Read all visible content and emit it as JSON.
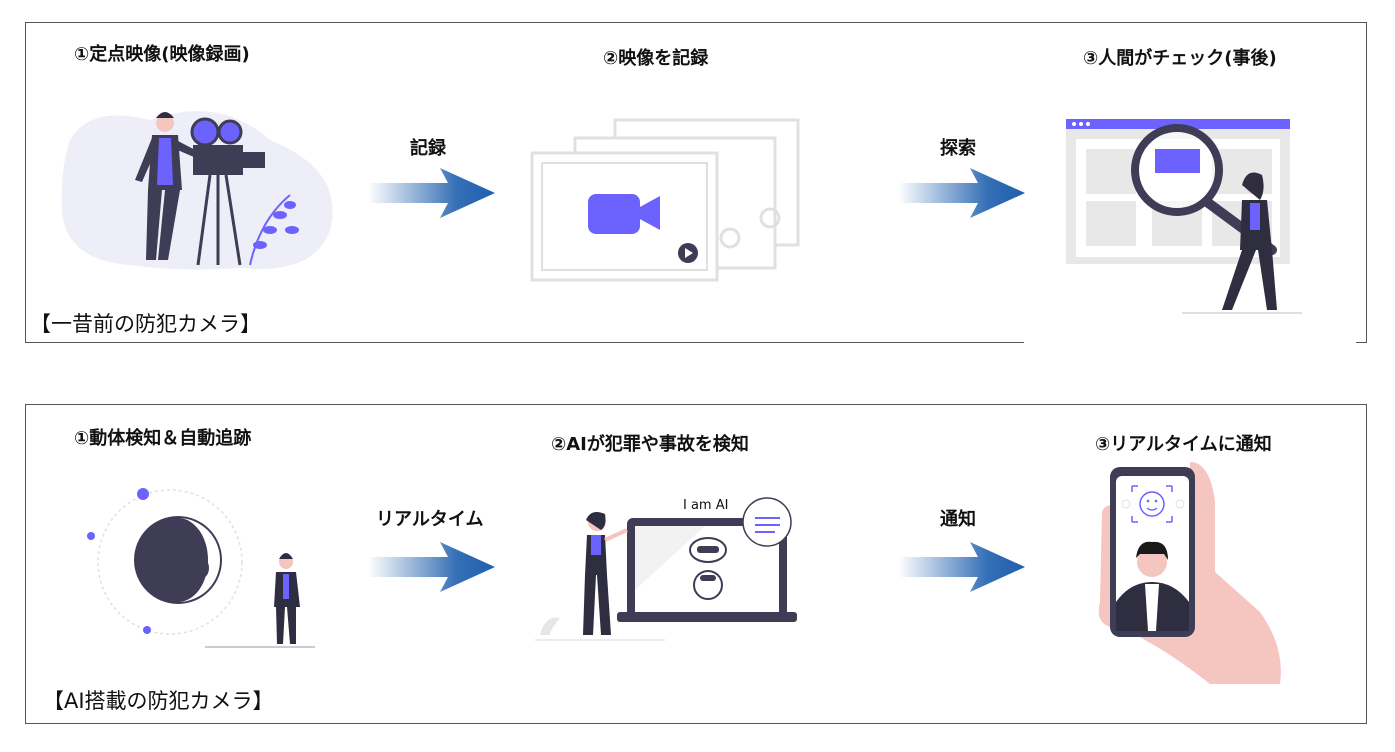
{
  "top": {
    "step1": "①定点映像(映像録画)",
    "step2": "②映像を記録",
    "step3": "③人間がチェック(事後)",
    "arrow1": "記録",
    "arrow2": "探索",
    "title": "【一昔前の防犯カメラ】"
  },
  "bottom": {
    "step1": "①動体検知＆自動追跡",
    "step2": "②AIが犯罪や事故を検知",
    "step3": "③リアルタイムに通知",
    "arrow1": "リアルタイム",
    "arrow2": "通知",
    "title": "【AI搭載の防犯カメラ】",
    "bubble_text": "I am AI"
  },
  "colors": {
    "accent": "#6C63FF",
    "dark": "#3F3D56",
    "arrow": "#1F5FAE",
    "skin": "#F5C6C0",
    "panel_border": "#555555"
  }
}
